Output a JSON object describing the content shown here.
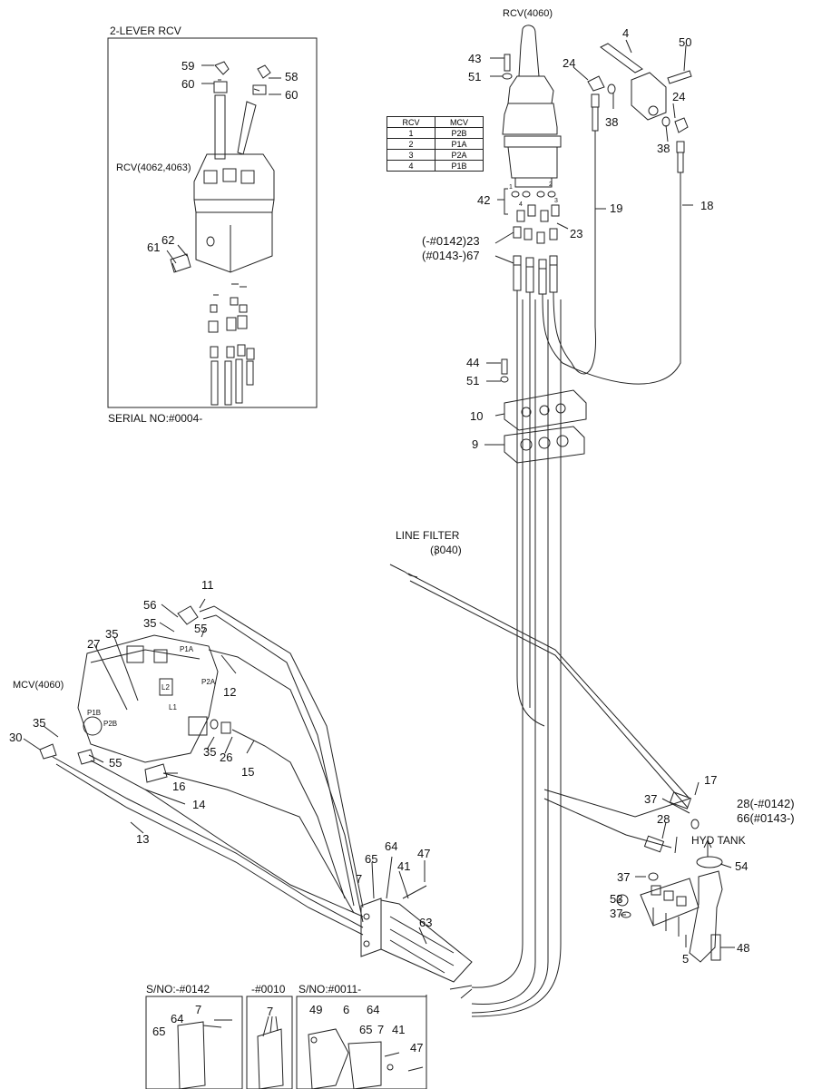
{
  "captions": {
    "two_lever_rcv": "2-LEVER RCV",
    "rcv_4062_4063": "RCV(4062,4063)",
    "serial_no": "SERIAL NO:#0004-",
    "rcv_4060": "RCV(4060)",
    "line_filter": "LINE FILTER",
    "line_filter_ref": "(3040)",
    "mcv_4060": "MCV(4060)",
    "hyd_tank": "HYD TANK",
    "sn_0142": "S/NO:-#0142",
    "sn_0010": "-#0010",
    "sn_0011": "S/NO:#0011-"
  },
  "port_labels": [
    "P1A",
    "P2A",
    "L2",
    "L1",
    "P1B",
    "P2B"
  ],
  "table": {
    "headers": [
      "RCV",
      "MCV"
    ],
    "rows": [
      [
        "1",
        "P2B"
      ],
      [
        "2",
        "P1A"
      ],
      [
        "3",
        "P2A"
      ],
      [
        "4",
        "P1B"
      ]
    ]
  },
  "callouts": {
    "c4": "4",
    "c50": "50",
    "c43": "43",
    "c51a": "51",
    "c24a": "24",
    "c24b": "24",
    "c38a": "38",
    "c38b": "38",
    "c42": "42",
    "c19": "19",
    "c18": "18",
    "c23a": "23",
    "c23b": "(-#0142)23",
    "c67": "(#0143-)67",
    "c44": "44",
    "c51b": "51",
    "c10": "10",
    "c9": "9",
    "c59": "59",
    "c60a": "60",
    "c58": "58",
    "c60b": "60",
    "c62": "62",
    "c61": "61",
    "c11": "11",
    "c56": "56",
    "c35a": "35",
    "c55a": "55",
    "c35b": "35",
    "c27": "27",
    "c12": "12",
    "c35c": "35",
    "c30": "30",
    "c35d": "35",
    "c26": "26",
    "c15": "15",
    "c55b": "55",
    "c16": "16",
    "c14": "14",
    "c13": "13",
    "c17": "17",
    "c37a": "37",
    "c28a": "28(-#0142)",
    "c66": "66(#0143-)",
    "c28b": "28",
    "c54": "54",
    "c37b": "37",
    "c53": "53",
    "c37c": "37",
    "c5": "5",
    "c48": "48",
    "c65a": "65",
    "c64a": "64",
    "c47a": "47",
    "c7a": "7",
    "c41a": "41",
    "c63": "63",
    "c7b": "7",
    "c64b": "64",
    "c65b": "65",
    "c7c": "7",
    "c49": "49",
    "c6": "6",
    "c64c": "64",
    "c65c": "65",
    "c7d": "7",
    "c41b": "41",
    "c47b": "47"
  },
  "rcv_port_numbers": [
    "1",
    "2",
    "3",
    "4"
  ]
}
